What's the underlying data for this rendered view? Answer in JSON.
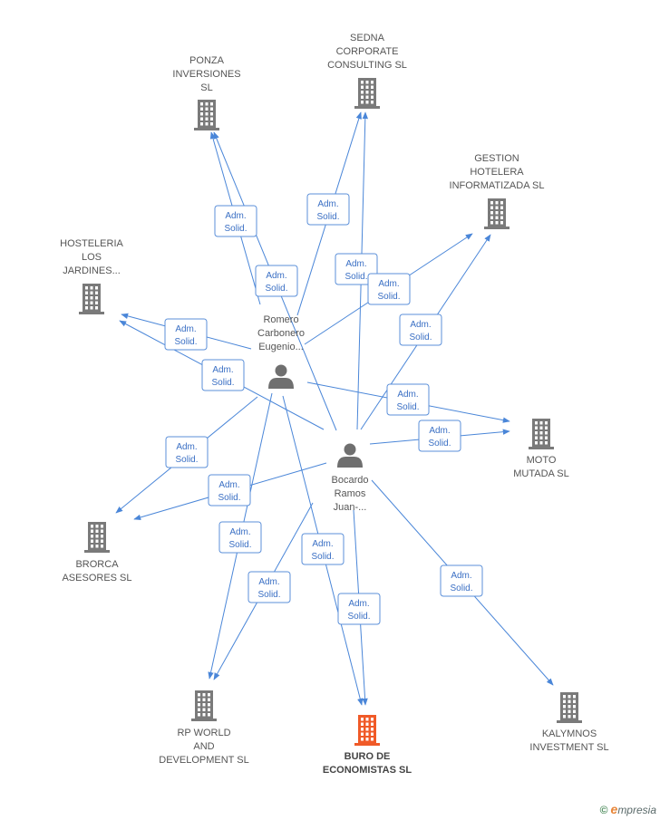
{
  "nodes": [
    {
      "id": "ponza",
      "kind": "company",
      "lines": [
        "PONZA",
        "INVERSIONES",
        "SL"
      ]
    },
    {
      "id": "sedna",
      "kind": "company",
      "lines": [
        "SEDNA",
        "CORPORATE",
        "CONSULTING SL"
      ]
    },
    {
      "id": "gestion",
      "kind": "company",
      "lines": [
        "GESTION",
        "HOTELERA",
        "INFORMATIZADA SL"
      ]
    },
    {
      "id": "hosteleria",
      "kind": "company",
      "lines": [
        "HOSTELERIA",
        "LOS",
        "JARDINES..."
      ]
    },
    {
      "id": "moto",
      "kind": "company",
      "lines": [
        "MOTO",
        "MUTADA  SL"
      ]
    },
    {
      "id": "brorca",
      "kind": "company",
      "lines": [
        "BRORCA",
        "ASESORES  SL"
      ]
    },
    {
      "id": "rpworld",
      "kind": "company",
      "lines": [
        "RP WORLD",
        "AND",
        "DEVELOPMENT SL"
      ]
    },
    {
      "id": "buro",
      "kind": "company",
      "focus": true,
      "lines": [
        "BURO DE",
        "ECONOMISTAS SL"
      ]
    },
    {
      "id": "kalymnos",
      "kind": "company",
      "lines": [
        "KALYMNOS",
        "INVESTMENT SL"
      ]
    },
    {
      "id": "romero",
      "kind": "person",
      "lines": [
        "Romero",
        "Carbonero",
        "Eugenio..."
      ]
    },
    {
      "id": "bocardo",
      "kind": "person",
      "lines": [
        "Bocardo",
        "Ramos",
        "Juan-..."
      ]
    }
  ],
  "edges": [
    {
      "from": "romero",
      "to": "ponza",
      "label": [
        "Adm.",
        "Solid."
      ]
    },
    {
      "from": "bocardo",
      "to": "ponza",
      "label": [
        "Adm.",
        "Solid."
      ]
    },
    {
      "from": "romero",
      "to": "sedna",
      "label": [
        "Adm.",
        "Solid."
      ]
    },
    {
      "from": "bocardo",
      "to": "sedna",
      "label": [
        "Adm.",
        "Solid."
      ]
    },
    {
      "from": "romero",
      "to": "gestion",
      "label": [
        "Adm.",
        "Solid."
      ]
    },
    {
      "from": "bocardo",
      "to": "gestion",
      "label": [
        "Adm.",
        "Solid."
      ]
    },
    {
      "from": "romero",
      "to": "hosteleria",
      "label": [
        "Adm.",
        "Solid."
      ]
    },
    {
      "from": "bocardo",
      "to": "hosteleria",
      "label": [
        "Adm.",
        "Solid."
      ]
    },
    {
      "from": "romero",
      "to": "moto",
      "label": [
        "Adm.",
        "Solid."
      ]
    },
    {
      "from": "bocardo",
      "to": "moto",
      "label": [
        "Adm.",
        "Solid."
      ]
    },
    {
      "from": "romero",
      "to": "brorca",
      "label": [
        "Adm.",
        "Solid."
      ]
    },
    {
      "from": "bocardo",
      "to": "brorca",
      "label": [
        "Adm.",
        "Solid."
      ]
    },
    {
      "from": "romero",
      "to": "rpworld",
      "label": [
        "Adm.",
        "Solid."
      ]
    },
    {
      "from": "bocardo",
      "to": "rpworld",
      "label": [
        "Adm.",
        "Solid."
      ]
    },
    {
      "from": "romero",
      "to": "buro",
      "label": [
        "Adm.",
        "Solid."
      ]
    },
    {
      "from": "bocardo",
      "to": "buro",
      "label": [
        "Adm.",
        "Solid."
      ]
    },
    {
      "from": "bocardo",
      "to": "kalymnos",
      "label": [
        "Adm.",
        "Solid."
      ]
    }
  ],
  "colors": {
    "edge": "#4a86d8",
    "company_icon": "#7a7a7a",
    "focus_icon": "#f05a28",
    "person_icon": "#6f6f6f",
    "label_border": "#5b8fd9",
    "label_text": "#3a6fc4"
  },
  "icons": {
    "company": "building-icon",
    "person": "person-icon"
  },
  "copyright": {
    "symbol": "©",
    "brand_initial": "e",
    "brand_rest": "mpresia"
  }
}
